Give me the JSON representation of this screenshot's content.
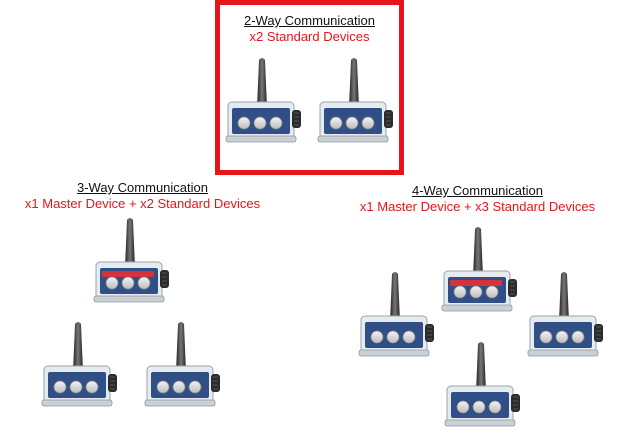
{
  "colors": {
    "highlight": "#e8141b",
    "text": "#111111",
    "subtext": "#e8141b",
    "body_blue": "#2f4f86",
    "master_band": "#d6323a"
  },
  "groups": [
    {
      "title": "2-Way Communication",
      "subtitle": "x2 Standard Devices",
      "highlighted": true,
      "devices": [
        "standard",
        "standard"
      ]
    },
    {
      "title": "3-Way Communication",
      "subtitle": "x1 Master Device + x2 Standard Devices",
      "highlighted": false,
      "devices": [
        "master",
        "standard",
        "standard"
      ]
    },
    {
      "title": "4-Way Communication",
      "subtitle": "x1 Master Device + x3 Standard Devices",
      "highlighted": false,
      "devices": [
        "master",
        "standard",
        "standard",
        "standard"
      ]
    }
  ],
  "icons": {
    "device": "radio-transceiver-icon",
    "antenna": "antenna-icon",
    "button": "round-button-icon",
    "knob": "side-knob-icon"
  }
}
